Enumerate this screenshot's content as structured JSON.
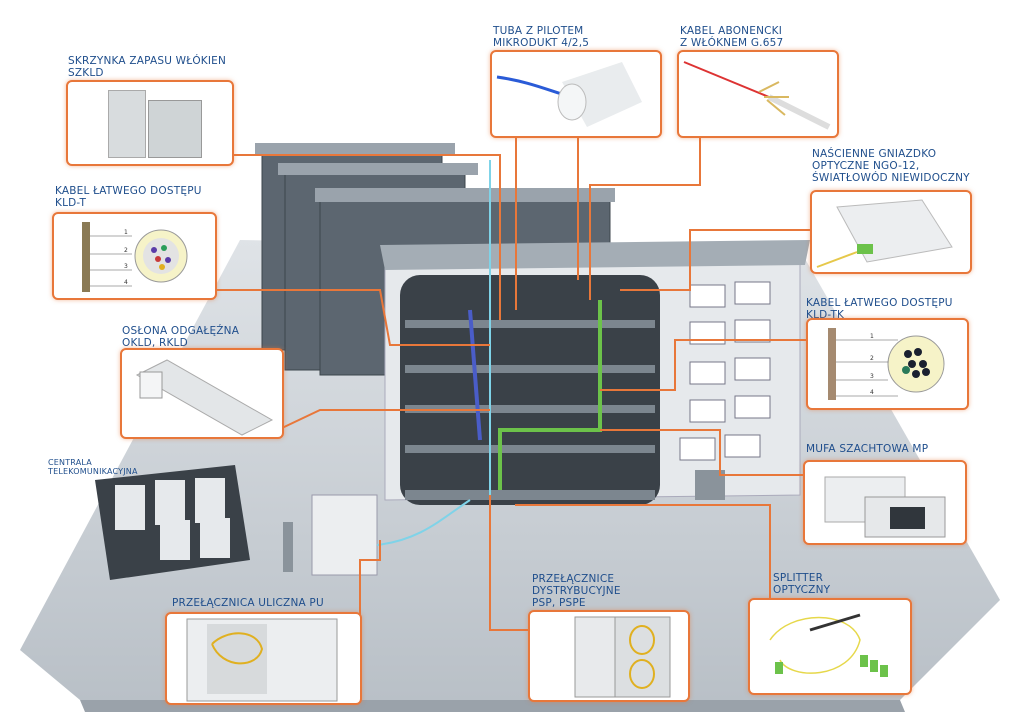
{
  "callouts": {
    "szkld": "SKRZYNKA ZAPASU WŁÓKIEN\nSZKLD",
    "tuba": "TUBA Z PILOTEM\nMIKRODUKT 4/2,5",
    "abonencki": "KABEL ABONENCKI\nZ WŁÓKNEM G.657",
    "ngo": "NAŚCIENNE GNIAZDKO\nOPTYCZNE NGO-12,\nŚWIATŁOWÓD NIEWIDOCZNY",
    "kldt": "KABEL ŁATWEGO DOSTĘPU\nKLD-T",
    "okld": "OSŁONA ODGAŁĘŹNA\nOKLD, RKLD",
    "kldtk": "KABEL ŁATWEGO DOSTĘPU\nKLD-TK",
    "centrala": "CENTRALA\nTELEKOMUNIKACYJNA",
    "mufa": "MUFA SZACHTOWA MP",
    "pu": "PRZEŁĄCZNICA ULICZNA PU",
    "psp": "PRZEŁĄCZNICE\nDYSTRYBUCYJNE\nPSP, PSPE",
    "splitter": "SPLITTER\nOPTYCZNY"
  },
  "cable_layer_numbers": [
    "1",
    "2",
    "3",
    "4"
  ],
  "colors": {
    "leader": "#e8773a",
    "label": "#1f4e8c",
    "fiber_green": "#6cc24a"
  }
}
